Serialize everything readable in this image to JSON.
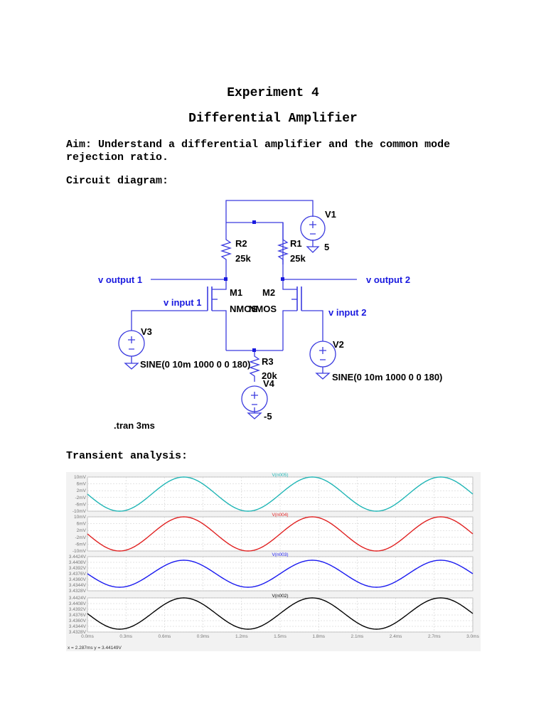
{
  "heading": {
    "experiment": "Experiment 4",
    "title": "Differential Amplifier"
  },
  "aim": "Aim: Understand a differential amplifier and the common mode rejection ratio.",
  "circuit_label": "Circuit diagram:",
  "transient_label": "Transient analysis:",
  "circuit": {
    "components": {
      "v1": "V1",
      "v1_value": "5",
      "r1": "R1",
      "r1_value": "25k",
      "r2": "R2",
      "r2_value": "25k",
      "m1": "M1",
      "m2": "M2",
      "nmos": "NMOS",
      "r3": "R3",
      "r3_value": "20k",
      "v3": "V3",
      "v3_value": "SINE(0 10m 1000 0 0 180)",
      "v2": "V2",
      "v2_value": "SINE(0 10m 1000 0 0 180)",
      "v4": "V4",
      "v4_value": "-5"
    },
    "nets": {
      "out1": "v output 1",
      "out2": "v output 2",
      "in1": "v input 1",
      "in2": "v input 2"
    },
    "directive": ".tran 3ms",
    "wire_color": "#3b3bdf",
    "label_color": "#1a1adf"
  },
  "chart_data": [
    {
      "type": "line",
      "title": "V(n005)",
      "color": "#1fb5b5",
      "yticks": [
        "10mV",
        "6mV",
        "2mV",
        "-2mV",
        "-6mV",
        "-10mV"
      ],
      "ylim": [
        -10,
        10
      ],
      "amplitude": 10,
      "offset": 0,
      "phase_deg": 180,
      "frequency_hz": 1000,
      "xlim": [
        0,
        3
      ]
    },
    {
      "type": "line",
      "title": "V(n004)",
      "color": "#e02020",
      "yticks": [
        "10mV",
        "6mV",
        "2mV",
        "-2mV",
        "-6mV",
        "-10mV"
      ],
      "ylim": [
        -10,
        10
      ],
      "amplitude": 10,
      "offset": 0,
      "phase_deg": 180,
      "frequency_hz": 1000,
      "xlim": [
        0,
        3
      ]
    },
    {
      "type": "line",
      "title": "V(n003)",
      "color": "#1a1af0",
      "yticks": [
        "3.4424V",
        "3.4408V",
        "3.4392V",
        "3.4376V",
        "3.4360V",
        "3.4344V",
        "3.4328V"
      ],
      "ylim": [
        3.4328,
        3.4424
      ],
      "amplitude": 0.0038,
      "offset": 3.4376,
      "phase_deg": 180,
      "frequency_hz": 1000,
      "xlim": [
        0,
        3
      ]
    },
    {
      "type": "line",
      "title": "V(n002)",
      "color": "#000000",
      "yticks": [
        "3.4424V",
        "3.4408V",
        "3.4392V",
        "3.4376V",
        "3.4360V",
        "3.4344V",
        "3.4328V"
      ],
      "ylim": [
        3.4328,
        3.4424
      ],
      "amplitude": 0.0044,
      "offset": 3.438,
      "phase_deg": 180,
      "frequency_hz": 1000,
      "xlim": [
        0,
        3
      ]
    }
  ],
  "x_axis": {
    "ticks": [
      "0.0ms",
      "0.3ms",
      "0.6ms",
      "0.9ms",
      "1.2ms",
      "1.5ms",
      "1.8ms",
      "2.1ms",
      "2.4ms",
      "2.7ms",
      "3.0ms"
    ]
  },
  "cursor_readout": "x = 2.287ms   y = 3.44149V"
}
